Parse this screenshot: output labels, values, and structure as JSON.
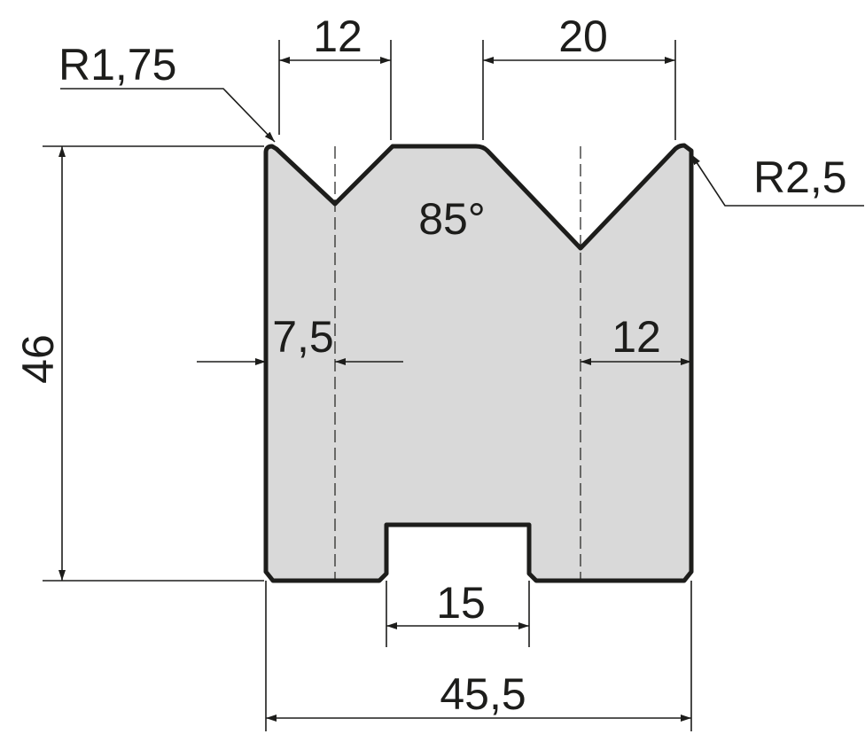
{
  "drawing": {
    "radius_left": "R1,75",
    "radius_right": "R2,5",
    "v_opening_small": "12",
    "v_opening_large": "20",
    "angle": "85°",
    "height": "46",
    "offset_left": "7,5",
    "offset_right": "12",
    "slot_width": "15",
    "total_width": "45,5"
  },
  "colors": {
    "fill": "#d9d9d9",
    "stroke": "#1d1d1b"
  }
}
